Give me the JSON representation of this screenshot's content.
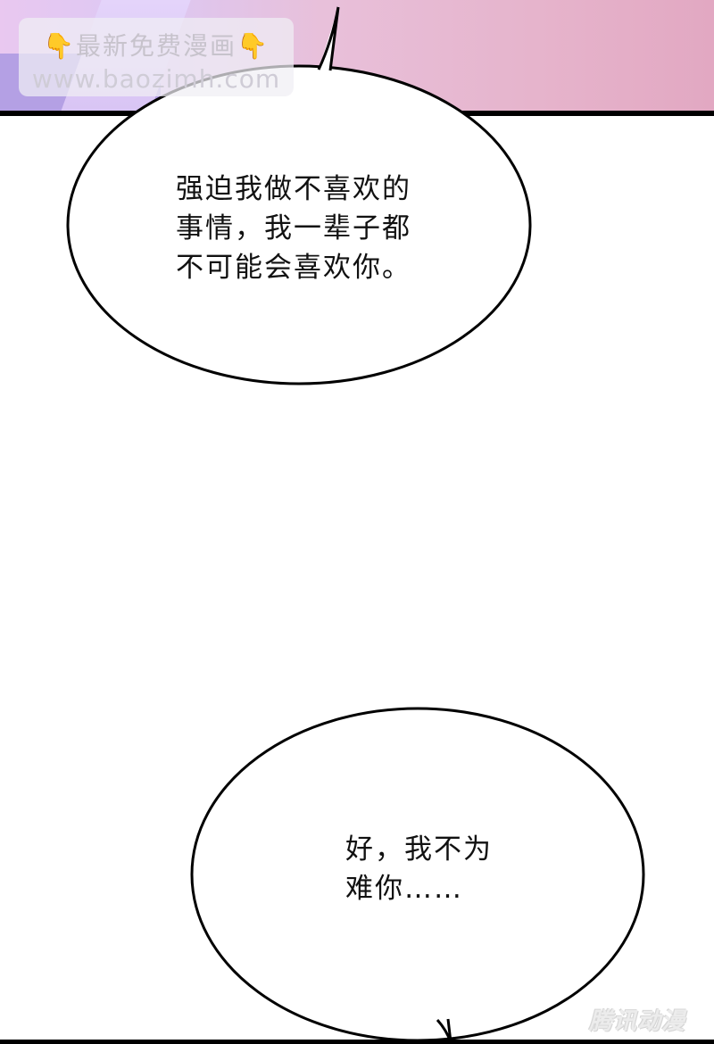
{
  "watermark": {
    "hand_icon": "👇",
    "line1": "最新免费漫画",
    "line2": "www.baozimh.com"
  },
  "bubbles": [
    {
      "id": "bubble-1",
      "text": "强迫我做不喜欢的\n事情，我一辈子都\n不可能会喜欢你。"
    },
    {
      "id": "bubble-2",
      "text": "好，我不为\n难你……"
    }
  ],
  "publisher": {
    "logo_text": "腾讯动漫"
  },
  "colors": {
    "panel_pink": "#e6b4cc",
    "panel_purple": "#b4a0e4",
    "border": "#000000",
    "background": "#ffffff"
  }
}
